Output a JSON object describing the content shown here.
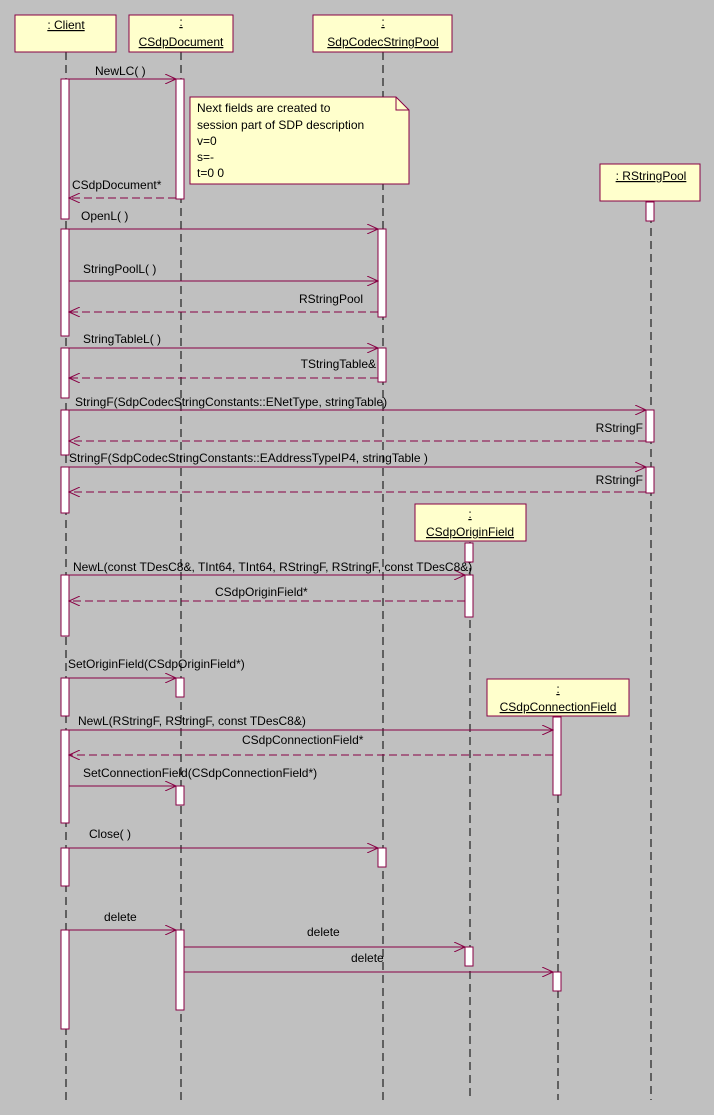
{
  "participants": [
    {
      "id": "client",
      "line1": "",
      "line2": ": Client"
    },
    {
      "id": "cdoc",
      "line1": ":",
      "line2": "CSdpDocument"
    },
    {
      "id": "pool",
      "line1": ":",
      "line2": "SdpCodecStringPool"
    },
    {
      "id": "rpool",
      "line1": "",
      "line2": ": RStringPool"
    },
    {
      "id": "origin",
      "line1": ":",
      "line2": "CSdpOriginField"
    },
    {
      "id": "conn",
      "line1": ":",
      "line2": "CSdpConnectionField"
    }
  ],
  "note": {
    "lines": [
      "Next fields are created to",
      "session part of SDP description",
      "v=0",
      "s=-",
      "t=0 0"
    ]
  },
  "messages": [
    {
      "label": "NewLC( )",
      "kind": "call"
    },
    {
      "label": "CSdpDocument*",
      "kind": "return"
    },
    {
      "label": "OpenL( )",
      "kind": "call"
    },
    {
      "label": "StringPoolL( )",
      "kind": "call"
    },
    {
      "label": "RStringPool",
      "kind": "return"
    },
    {
      "label": "StringTableL( )",
      "kind": "call"
    },
    {
      "label": "TStringTable&",
      "kind": "return"
    },
    {
      "label": "StringF(SdpCodecStringConstants::ENetType, stringTable)",
      "kind": "call"
    },
    {
      "label": "RStringF",
      "kind": "return"
    },
    {
      "label": "StringF(SdpCodecStringConstants::EAddressTypeIP4, stringTable )",
      "kind": "call"
    },
    {
      "label": "RStringF",
      "kind": "return"
    },
    {
      "label": "NewL(const TDesC8&, TInt64, TInt64, RStringF, RStringF, const TDesC8&)",
      "kind": "call"
    },
    {
      "label": "CSdpOriginField*",
      "kind": "return"
    },
    {
      "label": "SetOriginField(CSdpOriginField*)",
      "kind": "call"
    },
    {
      "label": "NewL(RStringF, RStringF, const TDesC8&)",
      "kind": "call"
    },
    {
      "label": "CSdpConnectionField*",
      "kind": "return"
    },
    {
      "label": "SetConnectionField(CSdpConnectionField*)",
      "kind": "call"
    },
    {
      "label": "Close( )",
      "kind": "call"
    },
    {
      "label": "delete",
      "kind": "call"
    },
    {
      "label": "delete",
      "kind": "call"
    },
    {
      "label": "delete",
      "kind": "call"
    }
  ]
}
